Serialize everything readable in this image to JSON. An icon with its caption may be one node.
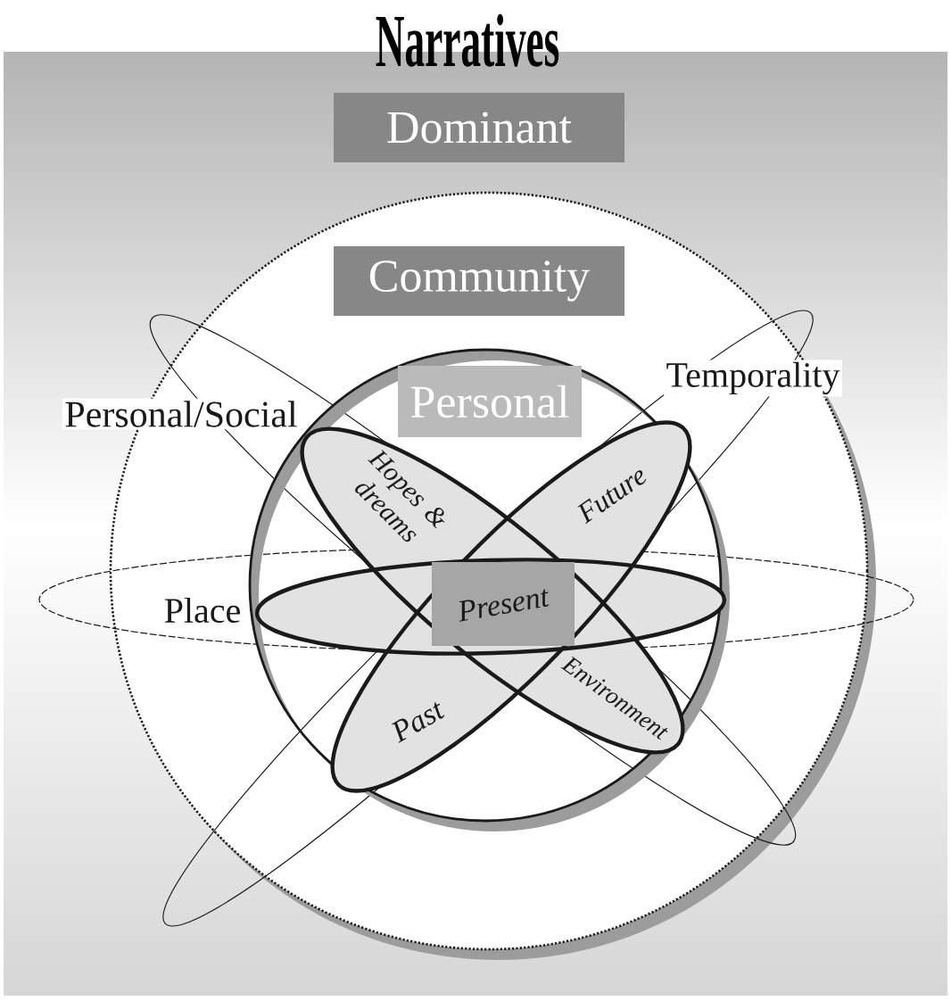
{
  "diagram": {
    "title": "Narratives",
    "nodes": [
      {
        "text": [
          "Dominant"
        ]
      },
      {
        "text": [
          "Community"
        ],
        "in": 0
      },
      {
        "text": [
          "Personal"
        ],
        "in": 1
      },
      {
        "text": [
          "Hopes & dreams",
          "Environment"
        ],
        "in": 2
      },
      {
        "text": [
          "Future",
          "Past"
        ],
        "in": 2
      },
      {
        "text": [],
        "shape": "ellipse",
        "in": 2
      },
      {
        "text": [
          "Present"
        ]
      }
    ],
    "labels": [
      "Personal/Social",
      "Temporality",
      "Place"
    ]
  }
}
